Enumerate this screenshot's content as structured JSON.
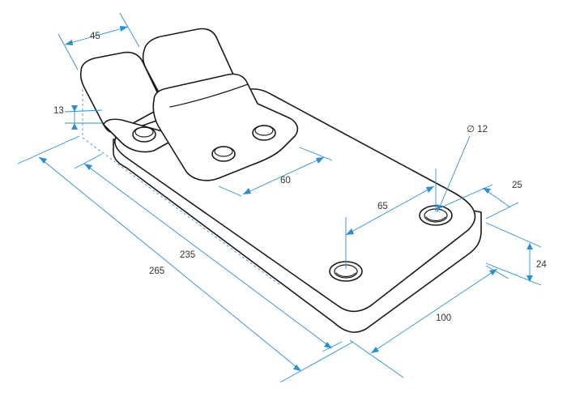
{
  "dimensions": {
    "top_width": "45",
    "pedal_thickness": "13",
    "inner_length": "235",
    "overall_length": "265",
    "pedal_spacing": "60",
    "hole_spacing": "65",
    "hole_diameter": "∅ 12",
    "hole_edge_offset": "25",
    "base_height": "24",
    "base_width": "100"
  },
  "colors": {
    "dimension_lines": "#2a8fd0",
    "outline": "#1a1a1a",
    "text": "#333333"
  }
}
